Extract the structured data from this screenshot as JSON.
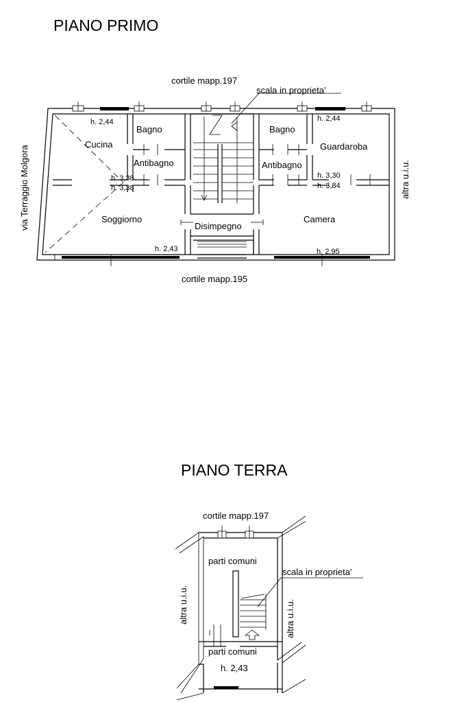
{
  "floors": {
    "primo": {
      "title": "PIANO PRIMO",
      "labels": {
        "cortile_top": "cortile mapp.197",
        "scala": "scala in proprieta'",
        "street": "via Terraggio Molgora",
        "altra": "altra u.i.u.",
        "cortile_bottom": "cortile mapp.195"
      },
      "rooms": {
        "cucina": "Cucina",
        "bagno_left": "Bagno",
        "antibagno_left": "Antibagno",
        "soggiorno": "Soggiorno",
        "disimpegno": "Disimpegno",
        "bagno_right": "Bagno",
        "antibagno_right": "Antibagno",
        "guardaroba": "Guardaroba",
        "camera": "Camera"
      },
      "heights": {
        "cucina": "h. 2,44",
        "antibagno_left_a": "h. 3,38",
        "antibagno_left_b": "h. 3,38",
        "soggiorno": "h. 2,43",
        "guardaroba": "h. 2,44",
        "right_a": "h. 3,30",
        "right_b": "h. 3,84",
        "camera": "h. 2,95"
      }
    },
    "terra": {
      "title": "PIANO TERRA",
      "labels": {
        "cortile_top": "cortile mapp.197",
        "scala": "scala in proprieta'",
        "altra_left": "altra u.i.u.",
        "altra_right": "altra u.i.u."
      },
      "rooms": {
        "parti_comuni_top": "parti comuni",
        "parti_comuni_bottom": "parti comuni"
      },
      "heights": {
        "parti_comuni": "h. 2,43"
      }
    }
  }
}
